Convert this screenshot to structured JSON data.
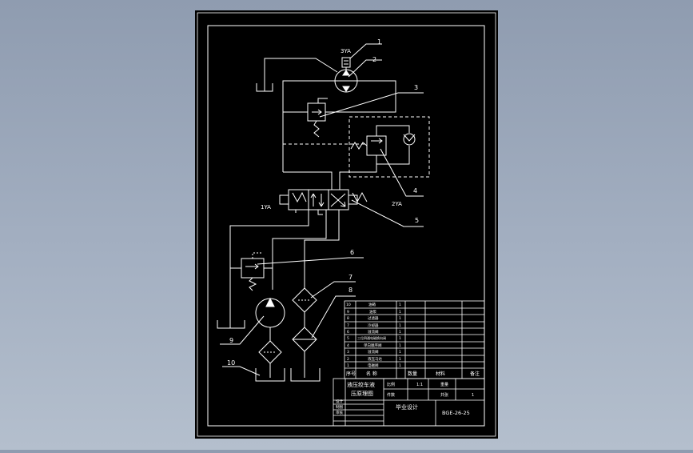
{
  "colors": {
    "viewport_bg": "#9aa7b9",
    "sheet_bg": "#000000",
    "line": "#ffffff"
  },
  "labels": {
    "n1": "1",
    "n2": "2",
    "n3": "3",
    "n4": "4",
    "n5": "5",
    "n6": "6",
    "n7": "7",
    "n8": "8",
    "n9": "9",
    "n10": "10",
    "sol3": "3YA",
    "sol1": "1YA",
    "sol2": "2YA"
  },
  "parts_list": {
    "rows": [
      {
        "no": "10",
        "name": "油箱",
        "qty": "1"
      },
      {
        "no": "9",
        "name": "油泵",
        "qty": "1"
      },
      {
        "no": "8",
        "name": "过滤器",
        "qty": "1"
      },
      {
        "no": "7",
        "name": "冷却器",
        "qty": "1"
      },
      {
        "no": "6",
        "name": "溢流阀",
        "qty": "1"
      },
      {
        "no": "5",
        "name": "三位四通电磁换向阀",
        "qty": "1"
      },
      {
        "no": "4",
        "name": "单向顺序阀",
        "qty": "1"
      },
      {
        "no": "3",
        "name": "溢流阀",
        "qty": "1"
      },
      {
        "no": "2",
        "name": "液压马达",
        "qty": "1"
      },
      {
        "no": "1",
        "name": "电磁阀",
        "qty": "1"
      }
    ],
    "header": [
      "序号",
      "名  称",
      "数量",
      "材料",
      "备注"
    ]
  },
  "title_block": {
    "drawing_name_1": "液压绞车液",
    "drawing_name_2": "压原理图",
    "ratio_label": "比例",
    "ratio_value": "1:1",
    "qty_label": "件数",
    "weight_label": "重量",
    "sheet_label": "共张",
    "sheet_value": "1",
    "drawn": "设计",
    "drawn2": "制图",
    "checked": "审核",
    "school": "毕业设计",
    "drawing_no": "BGE-26-25"
  }
}
